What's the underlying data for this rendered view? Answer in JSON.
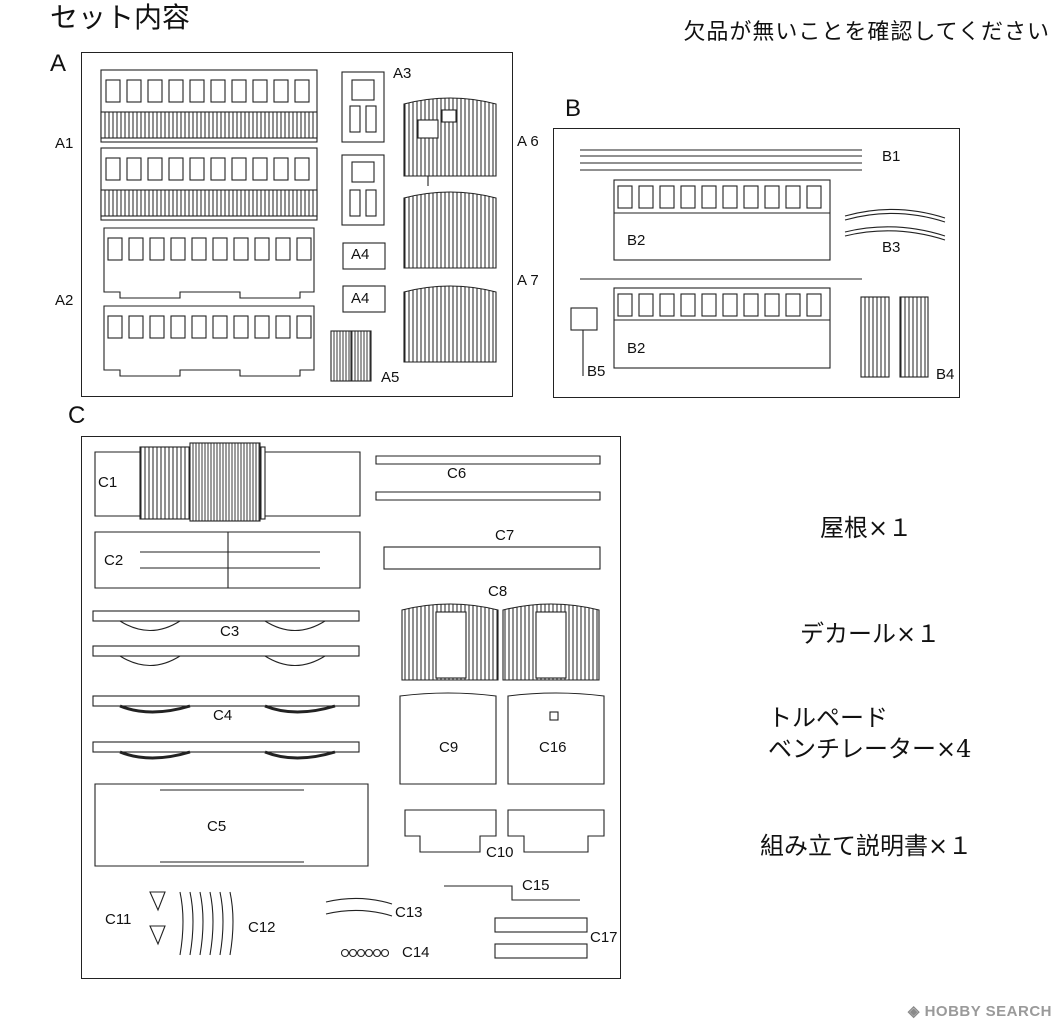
{
  "page": {
    "title": "セット内容",
    "note": "欠品が無いことを確認してください"
  },
  "sections": {
    "A": "A",
    "B": "B",
    "C": "C"
  },
  "part_labels": {
    "A1": "A1",
    "A2": "A2",
    "A3": "A3",
    "A4a": "A4",
    "A4b": "A4",
    "A5": "A5",
    "A6": "A 6",
    "A7": "A 7",
    "B1": "B1",
    "B2a": "B2",
    "B2b": "B2",
    "B3": "B3",
    "B4": "B4",
    "B5": "B5",
    "C1": "C1",
    "C2": "C2",
    "C3": "C3",
    "C4": "C4",
    "C5": "C5",
    "C6": "C6",
    "C7": "C7",
    "C8": "C8",
    "C9": "C9",
    "C10": "C10",
    "C11": "C11",
    "C12": "C12",
    "C13": "C13",
    "C14": "C14",
    "C15": "C15",
    "C16": "C16",
    "C17": "C17"
  },
  "included_items": {
    "roof": "屋根×１",
    "decal": "デカール×１",
    "ventilator_line1": "トルペード",
    "ventilator_line2": "ベンチレーター×4",
    "manual": "組み立て説明書×１"
  },
  "watermark": {
    "brand": "HOBBY SEARCH",
    "logo_icon": "hobby-search-logo-icon"
  }
}
